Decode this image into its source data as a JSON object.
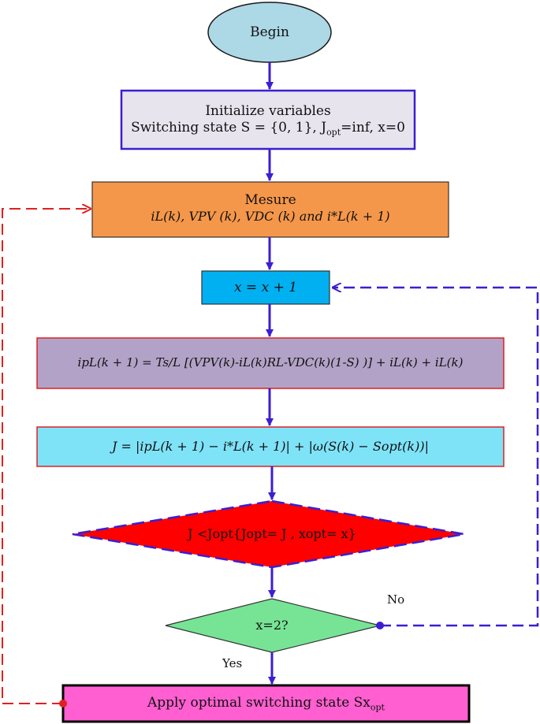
{
  "nodes": {
    "begin": "Begin",
    "init": {
      "line1": "Initialize variables",
      "line2_prefix": "Switching state S = {0, 1}, J",
      "line2_sub": "opt",
      "line2_suffix": "=inf, x=0"
    },
    "measure": {
      "title": "Mesure",
      "formula": "iL(k), VPV (k), VDC (k) and i*L(k + 1)"
    },
    "increment": "x = x + 1",
    "predict": "ipL(k + 1) = Ts/L [(VPV(k)-iL(k)RL-VDC(k)(1-S) )] + iL(k) + iL(k)",
    "cost": "J = |ipL(k + 1) − i*L(k + 1)| + |ω(S(k) − Sopt(k))|",
    "decision": "J <Jopt{Jopt= J , xopt= x}",
    "check": "x=2?",
    "apply": {
      "prefix": "Apply optimal switching state Sx",
      "sub": "opt"
    }
  },
  "labels": {
    "no": "No",
    "yes": "Yes"
  },
  "colors": {
    "begin_fill": "#add8e6",
    "init_fill": "#e8e4ee",
    "init_border": "#3b1fd1",
    "measure_fill": "#f5974a",
    "increment_fill": "#00b0f0",
    "predict_fill": "#b2a2c7",
    "cost_fill": "#7fe3f8",
    "box_border_red": "#e02020",
    "decision_fill": "#ff0000",
    "check_fill": "#77e495",
    "apply_fill": "#ff5fd0",
    "arrow_blue": "#3b1fd1",
    "loop_red": "#e02020"
  }
}
